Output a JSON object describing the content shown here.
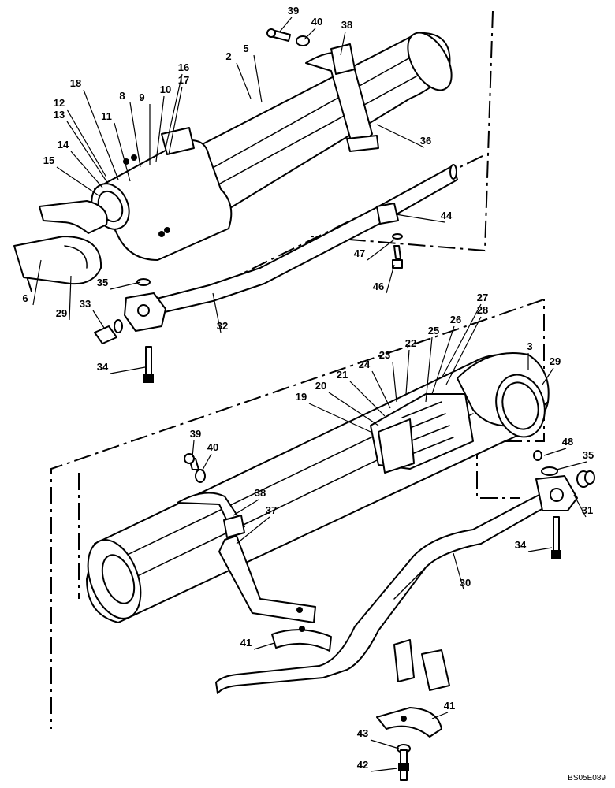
{
  "diagram": {
    "callouts": [
      "2",
      "3",
      "5",
      "6",
      "8",
      "9",
      "10",
      "11",
      "12",
      "13",
      "14",
      "15",
      "16",
      "17",
      "18",
      "19",
      "20",
      "21",
      "22",
      "23",
      "24",
      "25",
      "26",
      "27",
      "28",
      "29",
      "30",
      "31",
      "32",
      "33",
      "34",
      "35",
      "36",
      "37",
      "38",
      "39",
      "40",
      "41",
      "42",
      "43",
      "44",
      "46",
      "47",
      "48"
    ],
    "figure_code": "BS05E089"
  }
}
